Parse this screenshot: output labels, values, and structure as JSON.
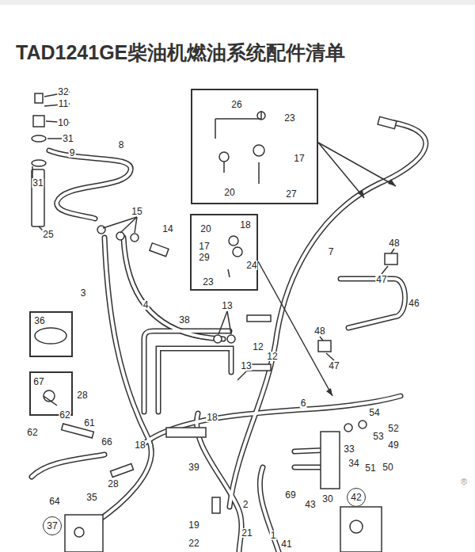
{
  "diagram": {
    "title": "TAD1241GE柴油机燃油系统配件清单",
    "nodes": [
      {
        "text": [
          "26",
          "23",
          "17",
          "20",
          "27"
        ]
      },
      {
        "text": [
          "20",
          "18",
          "17",
          "29",
          "24",
          "23"
        ]
      },
      {
        "text": [
          "36"
        ]
      },
      {
        "text": [
          "67"
        ]
      },
      {
        "text": [
          "37"
        ]
      },
      {
        "text": [
          "42"
        ]
      }
    ],
    "labels": [
      "32",
      "11",
      "10",
      "31",
      "9",
      "8",
      "31",
      "25",
      "15",
      "14",
      "3",
      "4",
      "13",
      "12",
      "12",
      "38",
      "13",
      "7",
      "48",
      "47",
      "46",
      "48",
      "47",
      "6",
      "54",
      "52",
      "53",
      "49",
      "51",
      "50",
      "33",
      "34",
      "30",
      "69",
      "43",
      "2",
      "1",
      "41",
      "19",
      "21",
      "22",
      "39",
      "18",
      "18",
      "28",
      "62",
      "62",
      "61",
      "66",
      "64",
      "28",
      "35",
      "®"
    ]
  }
}
